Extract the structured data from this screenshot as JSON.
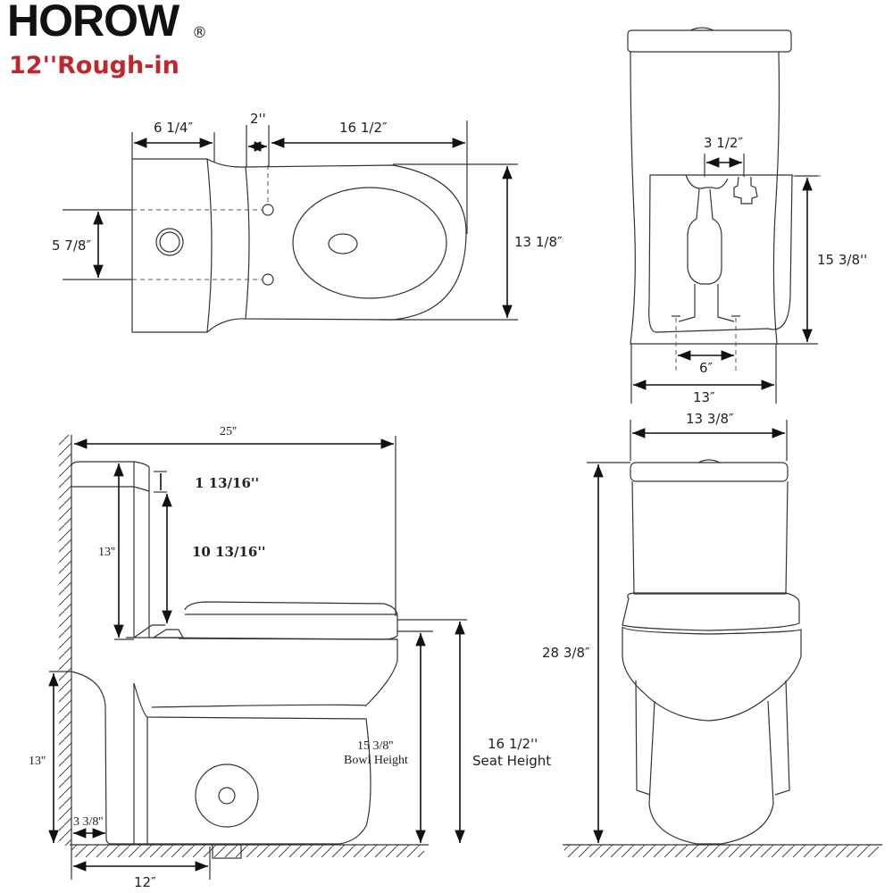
{
  "header": {
    "brand": "HOROW",
    "registered_mark": "®",
    "subtitle": "12''Rough-in",
    "subtitle_color": "#c0272d"
  },
  "views": {
    "top_view": {
      "tank_depth": "6 1/4″",
      "bolt_offset": "2''",
      "bowl_length": "16 1/2″",
      "bolt_spacing": "5 7/8″",
      "bowl_width": "13 1/8″"
    },
    "bottom_view": {
      "inlet_offset": "3 1/2″",
      "outlet_depth": "15 3/8''",
      "bolt_spacing": "6″",
      "base_width": "13″"
    },
    "side_view": {
      "total_length": "25''",
      "lid_thickness": "1 13/16''",
      "tank_height": "13''",
      "tank_to_seat": "10 13/16''",
      "wall_to_base_height": "13''",
      "wall_gap": "3 3/8''",
      "rough_in": "12″",
      "bowl_height_value": "15 3/8''",
      "bowl_height_label": "Bowl Height",
      "seat_height_value": "16 1/2''",
      "seat_height_label": "Seat Height"
    },
    "front_view": {
      "total_width": "13 3/8″",
      "total_height": "28 3/8″"
    }
  }
}
